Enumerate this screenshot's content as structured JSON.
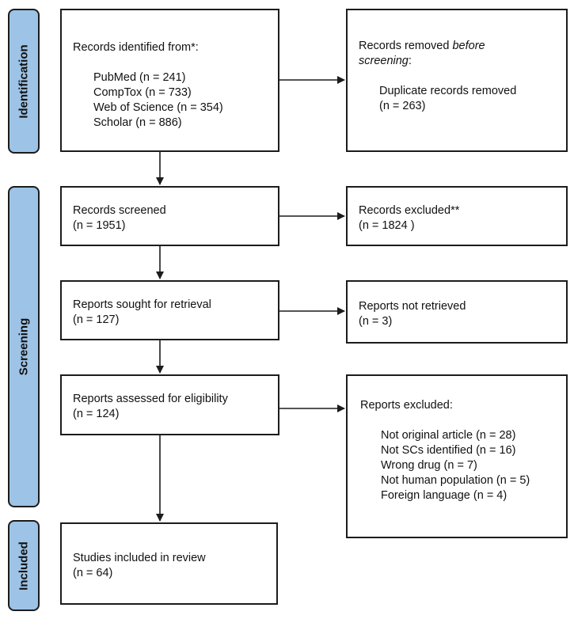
{
  "phases": {
    "identification": "Identification",
    "screening": "Screening",
    "included": "Included"
  },
  "identified": {
    "title": "Records identified from*:",
    "sources": [
      "PubMed (n = 241)",
      "CompTox (n = 733)",
      "Web of Science (n = 354)",
      "Scholar (n = 886)"
    ]
  },
  "removed": {
    "title_part1": "Records removed ",
    "title_italic": "before",
    "title_part2": "screening",
    "title_colon": ":",
    "line1": "Duplicate records removed",
    "line2": "(n = 263)"
  },
  "screened": {
    "line1": "Records screened",
    "line2": "(n = 1951)"
  },
  "excluded": {
    "line1": "Records excluded**",
    "line2": "(n = 1824 )"
  },
  "sought": {
    "line1": "Reports sought for retrieval",
    "line2": "(n = 127)"
  },
  "not_retrieved": {
    "line1": "Reports not retrieved",
    "line2": "(n = 3)"
  },
  "assessed": {
    "line1": "Reports assessed for eligibility",
    "line2": "(n = 124)"
  },
  "reports_excluded": {
    "title": "Reports excluded:",
    "reasons": [
      "Not original article (n = 28)",
      "Not SCs identified (n = 16)",
      "Wrong drug (n = 7)",
      "Not human population (n = 5)",
      "Foreign language (n = 4)"
    ]
  },
  "included": {
    "line1": "Studies included in review",
    "line2": "(n = 64)"
  }
}
